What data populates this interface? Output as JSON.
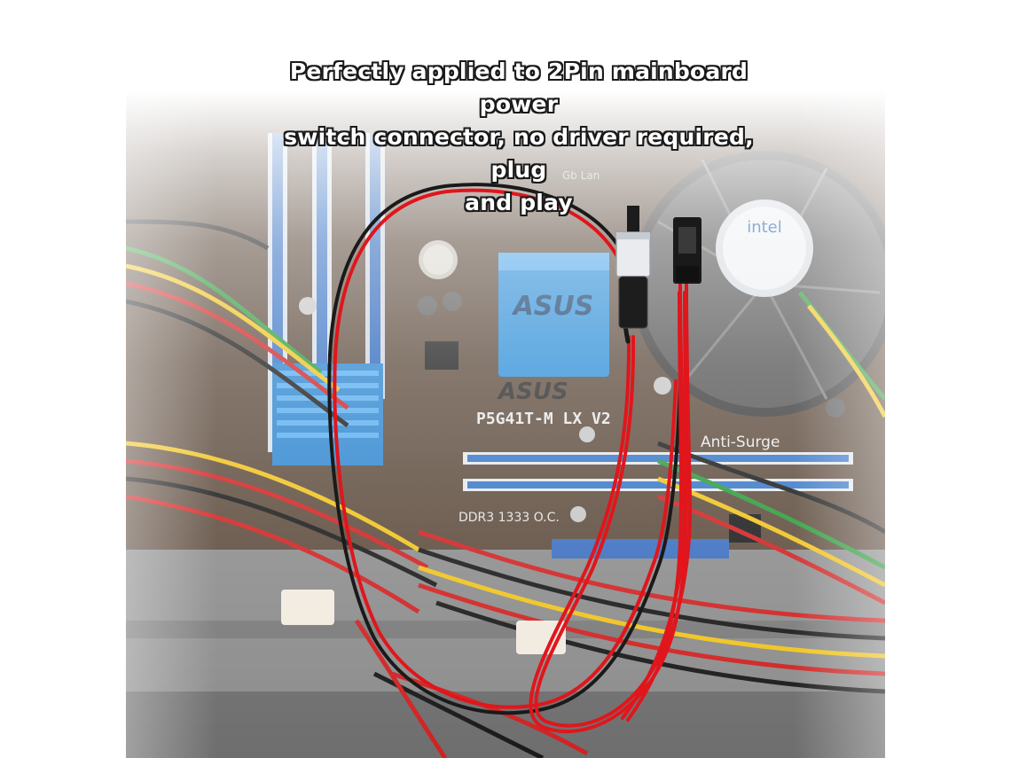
{
  "caption": {
    "line1": "Perfectly applied to 2Pin mainboard power",
    "line2": "switch connector, no driver required, plug",
    "line3": "and play"
  },
  "board": {
    "brand_heatsink": "ASUS",
    "brand_board": "ASUS",
    "model": "P5G41T-M LX V2",
    "anti_surge": "Anti-Surge",
    "ddr": "DDR3 1333 O.C.",
    "gb_lan": "Gb Lan",
    "cpu_logo": "intel"
  },
  "colors": {
    "wire_red": "#e0161c",
    "wire_black": "#1a1a1a",
    "heatsink_blue": "#2f8fd8",
    "board_brown": "#5a4636",
    "slot_blue": "#2b6fc4"
  }
}
